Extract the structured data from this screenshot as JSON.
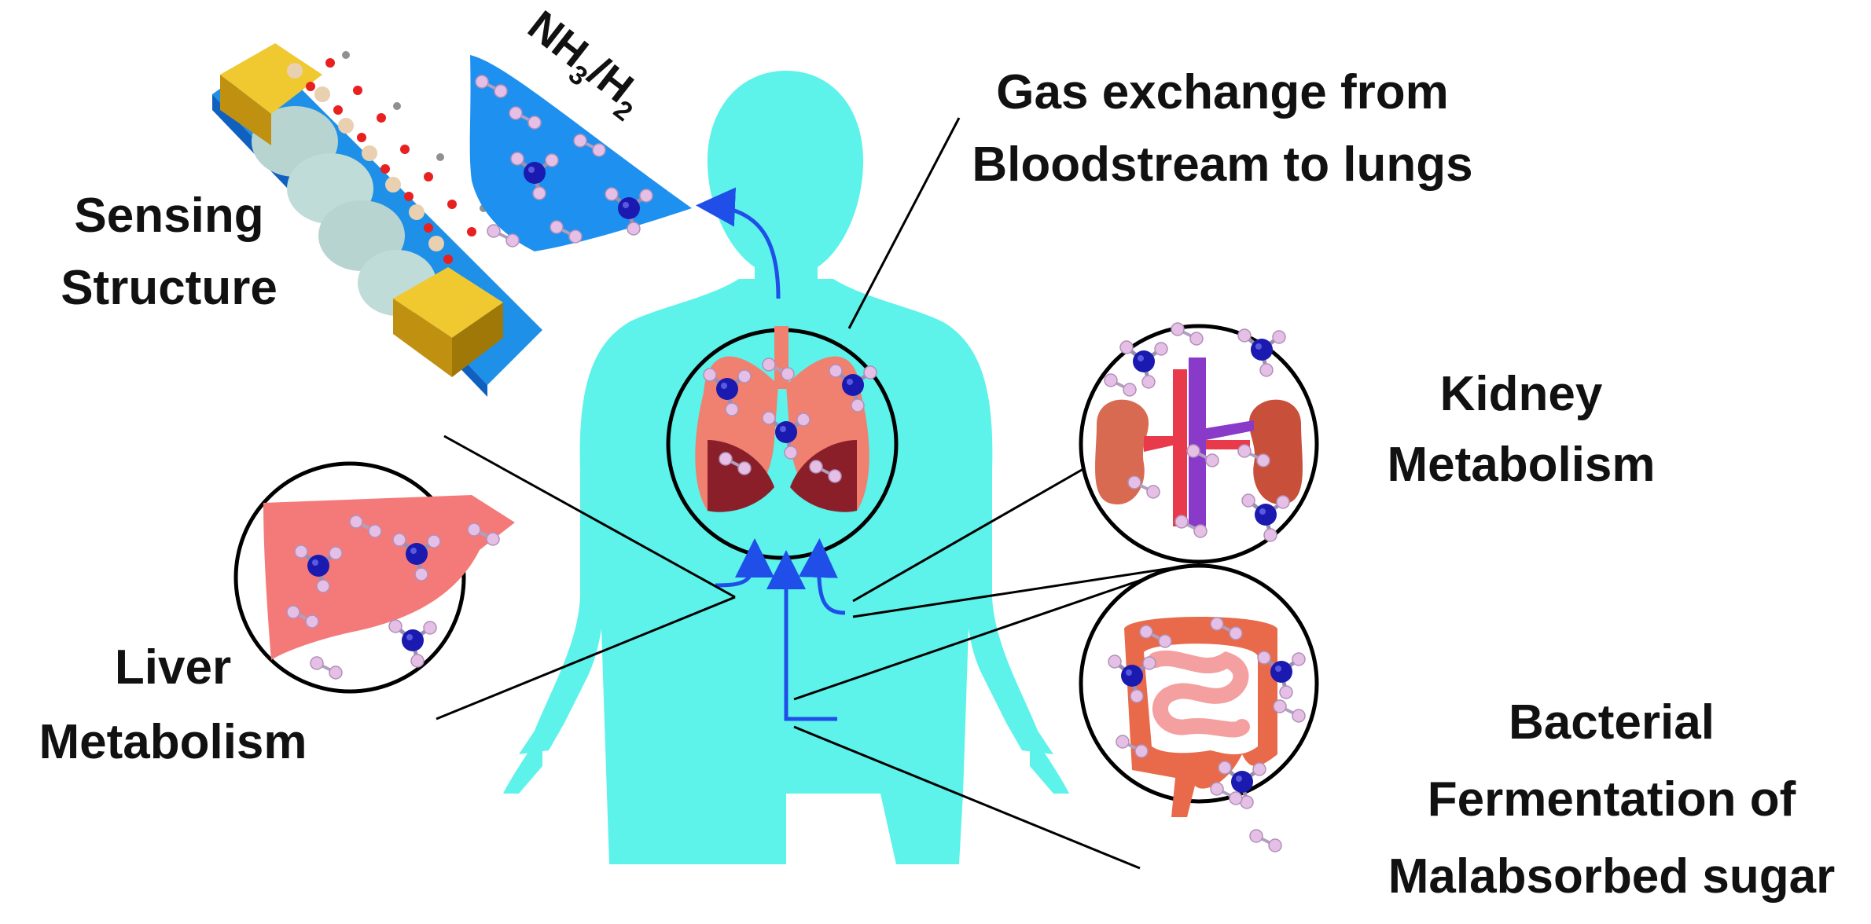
{
  "colors": {
    "silhouette": "#5df2ea",
    "arrow": "#1f4fe8",
    "nitrogen": "#1a1ab0",
    "hydrogen": "#e6bfe6",
    "liver": "#f47a7a",
    "lung": "#f08070",
    "lung_dark": "#8a1f2a",
    "kidney": "#c8503a",
    "vessel_red": "#e83a4a",
    "vessel_purple": "#8a3ac8",
    "intestine": "#e96a4a",
    "gold": "#d9ae14",
    "substrate": "#1e90e8",
    "gas_wedge": "#1e90f0"
  },
  "labels": {
    "sensing": [
      "Sensing",
      "Structure"
    ],
    "gas_formula": "NH3/H2",
    "gas_exchange": [
      "Gas exchange from",
      "Bloodstream to lungs"
    ],
    "kidney": [
      "Kidney",
      "Metabolism"
    ],
    "liver": [
      "Liver",
      "Metabolism"
    ],
    "bacterial": [
      "Bacterial",
      "Fermentation of",
      "Malabsorbed sugar"
    ]
  },
  "icons": {
    "ammonia_molecule": "ammonia-molecule-icon",
    "hydrogen_molecule": "hydrogen-molecule-icon",
    "liver": "liver-icon",
    "lungs": "lungs-icon",
    "kidneys": "kidneys-icon",
    "intestines": "intestines-icon"
  }
}
